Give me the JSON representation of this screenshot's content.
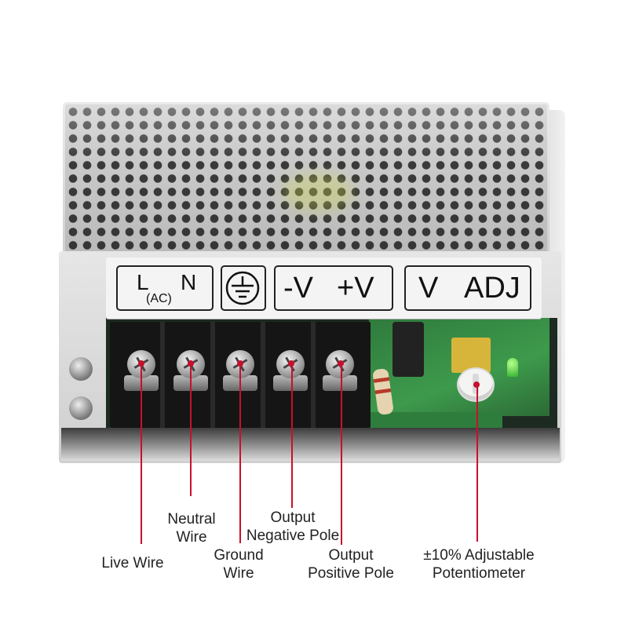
{
  "product_label": {
    "ac_L": "L",
    "ac_N": "N",
    "ac_sub": "(AC)",
    "minus_v": "-V",
    "plus_v": "+V",
    "v": "V",
    "adj": "ADJ"
  },
  "callouts": [
    {
      "line1": "Live Wire"
    },
    {
      "line1": "Neutral",
      "line2": "Wire"
    },
    {
      "line1": "Ground",
      "line2": "Wire"
    },
    {
      "line1": "Output",
      "line2": "Negative Pole"
    },
    {
      "line1": "Output",
      "line2": "Positive Pole"
    },
    {
      "line1": "±10% Adjustable",
      "line2": "Potentiometer"
    }
  ],
  "colors": {
    "callout_line": "#c8102e"
  }
}
